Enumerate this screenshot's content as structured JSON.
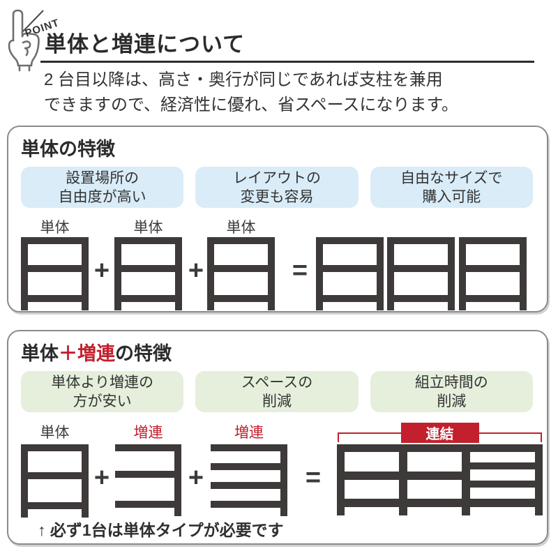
{
  "point_icon": {
    "label": "POINT"
  },
  "header": {
    "title": "単体と増連について",
    "description_line1": "2 台目以降は、高さ・奥行が同じであれば支柱を兼用",
    "description_line2": "できますので、経済性に優れ、省スペースになります。"
  },
  "standalone": {
    "heading": "単体の特徴",
    "features": [
      {
        "line1": "設置場所の",
        "line2": "自由度が高い"
      },
      {
        "line1": "レイアウトの",
        "line2": "変更も容易"
      },
      {
        "line1": "自由なサイズで",
        "line2": "購入可能"
      }
    ],
    "unit_labels": [
      "単体",
      "単体",
      "単体"
    ],
    "plus_sign": "+",
    "equals_sign": "="
  },
  "addon": {
    "heading_black_1": "単体",
    "heading_red": "＋増連",
    "heading_black_2": "の特徴",
    "features": [
      {
        "line1": "単体より増連の",
        "line2": "方が安い"
      },
      {
        "line1": "スペースの",
        "line2": "削減"
      },
      {
        "line1": "組立時間の",
        "line2": "削減"
      }
    ],
    "unit_labels": [
      "単体",
      "増連",
      "増連"
    ],
    "connector_label": "連結",
    "plus_sign": "+",
    "equals_sign": "=",
    "note": "↑ 必ず1台は単体タイプが必要です"
  },
  "colors": {
    "accent_red": "#c2202d",
    "feature_blue": "#d9ecf8",
    "feature_green": "#e5efdc",
    "frame_dark": "#3d3a39",
    "text_dark": "#2f2f2f",
    "panel_border": "#8a8a8a"
  }
}
